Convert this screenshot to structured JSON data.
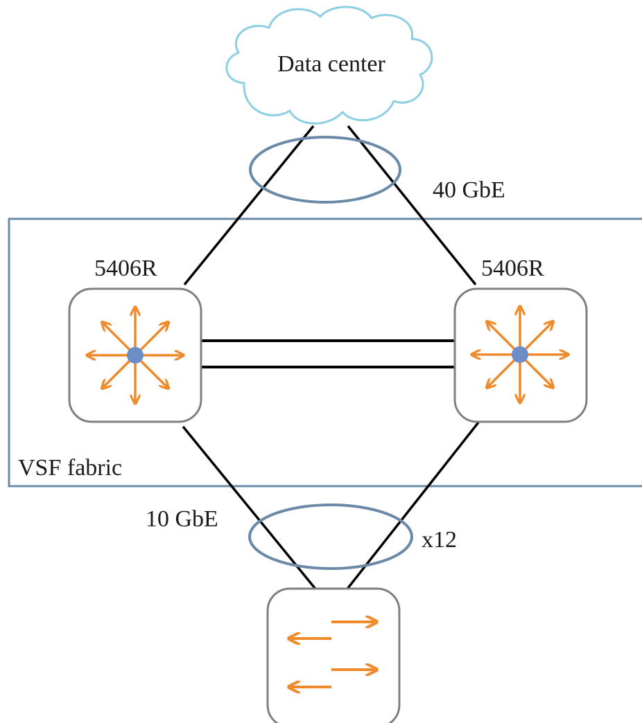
{
  "labels": {
    "data_center": "Data center",
    "uplink_speed": "40 GbE",
    "switch_left": "5406R",
    "switch_right": "5406R",
    "fabric": "VSF fabric",
    "downlink_speed": "10 GbE",
    "downlink_count": "x12"
  },
  "colors": {
    "cloud_stroke": "#8ccfe2",
    "lag_ellipse": "#6a8aa8",
    "fabric_box": "#6a8aa8",
    "device_border": "#7f7f7f",
    "arrow": "#f0892a",
    "hub_dot": "#6b8ec6",
    "link": "#000000"
  },
  "icons": {
    "core_switch": "routing-switch-icon",
    "access_switch": "layer2-switch-icon",
    "cloud": "cloud-icon"
  }
}
